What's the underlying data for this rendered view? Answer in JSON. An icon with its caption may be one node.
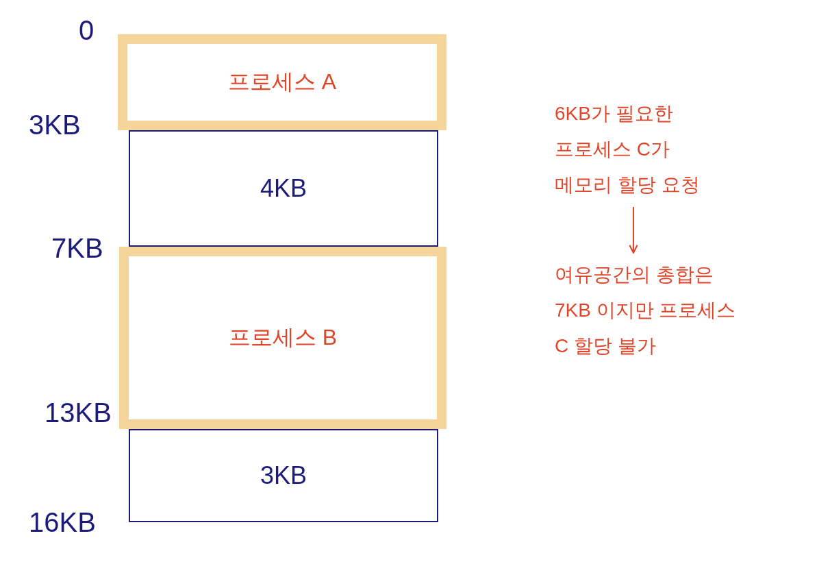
{
  "diagram": {
    "nodes": [
      {
        "text": [
          "프로세스 A"
        ]
      },
      {
        "text": [
          "4KB"
        ]
      },
      {
        "text": [
          "프로세스 B"
        ]
      },
      {
        "text": [
          "3KB"
        ]
      },
      {
        "text": [
          "6KB가 필요한 프로세스 C가 메모리 할당 요청"
        ]
      },
      {
        "text": [
          "여유공간의 총합은 7KB 이지만 프로세스 C 할당 불가"
        ]
      }
    ],
    "edges": [
      {
        "from": 4,
        "to": 5,
        "arrow": "to"
      }
    ],
    "labels": [
      "0",
      "3KB",
      "7KB",
      "13KB",
      "16KB"
    ]
  }
}
